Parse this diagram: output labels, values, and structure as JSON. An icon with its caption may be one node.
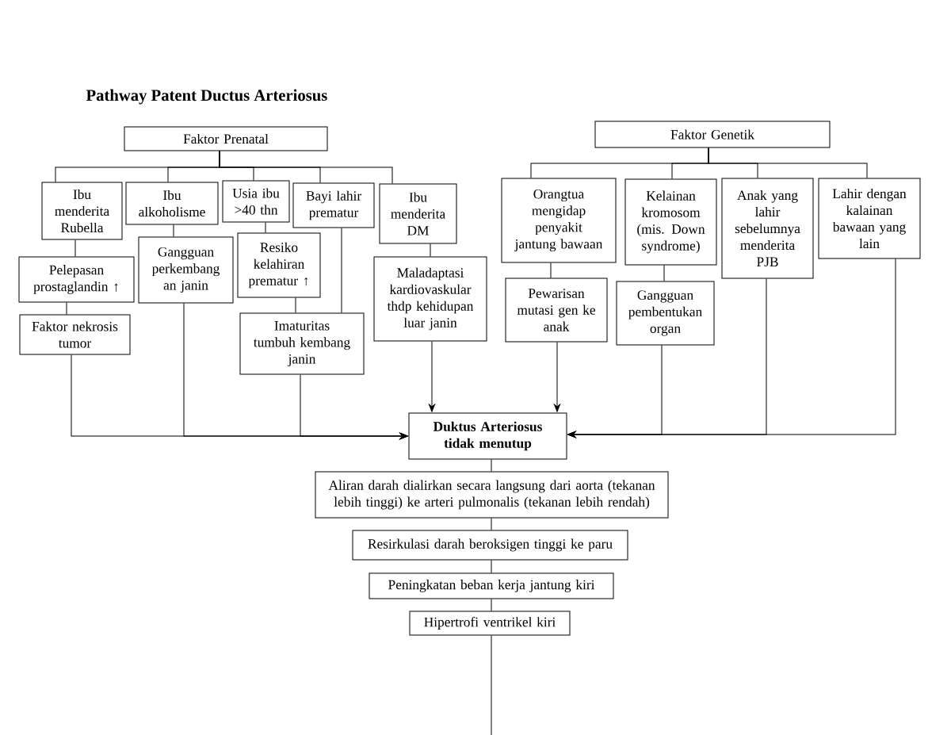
{
  "diagram": {
    "title": "Pathway Patent Ductus Arteriosus",
    "nodes": [
      {
        "text": [
          "Faktor Prenatal"
        ]
      },
      {
        "text": [
          "Ibu menderita Rubella"
        ]
      },
      {
        "text": [
          "Ibu alkoholisme"
        ]
      },
      {
        "text": [
          "Usia ibu >40 thn"
        ]
      },
      {
        "text": [
          "Bayi lahir prematur"
        ]
      },
      {
        "text": [
          "Ibu menderita DM"
        ]
      },
      {
        "text": [
          "Pelepasan prostaglandin ↑"
        ]
      },
      {
        "text": [
          "Gangguan perkembang an janin"
        ]
      },
      {
        "text": [
          "Resiko kelahiran prematur ↑"
        ]
      },
      {
        "text": [
          "Faktor nekrosis tumor"
        ]
      },
      {
        "text": [
          "Imaturitas tumbuh kembang janin"
        ]
      },
      {
        "text": [
          "Maladaptasi kardiovaskular thdp kehidupan luar janin"
        ]
      },
      {
        "text": [
          "Faktor Genetik"
        ]
      },
      {
        "text": [
          "Orangtua mengidap penyakit jantung bawaan"
        ]
      },
      {
        "text": [
          "Kelainan kromosom (mis. Down syndrome)"
        ]
      },
      {
        "text": [
          "Anak yang lahir sebelumnya menderita PJB"
        ]
      },
      {
        "text": [
          "Lahir dengan kalainan bawaan yang lain"
        ]
      },
      {
        "text": [
          "Pewarisan mutasi gen ke anak"
        ]
      },
      {
        "text": [
          "Gangguan pembentukan organ"
        ]
      },
      {
        "text": [
          "Duktus Arteriosus tidak menutup"
        ]
      },
      {
        "text": [
          "Aliran darah dialirkan secara langsung dari aorta (tekanan lebih tinggi) ke arteri pulmonalis (tekanan lebih rendah)"
        ]
      },
      {
        "text": [
          "Resirkulasi darah beroksigen tinggi ke paru"
        ]
      },
      {
        "text": [
          "Peningkatan beban kerja jantung kiri"
        ]
      },
      {
        "text": [
          "Hipertrofi ventrikel kiri"
        ]
      }
    ],
    "edges": [
      {
        "from": 0,
        "to": 1,
        "arrow": "none"
      },
      {
        "from": 0,
        "to": 2,
        "arrow": "none"
      },
      {
        "from": 0,
        "to": 3,
        "arrow": "none"
      },
      {
        "from": 0,
        "to": 4,
        "arrow": "none"
      },
      {
        "from": 0,
        "to": 5,
        "arrow": "none"
      },
      {
        "from": 1,
        "to": 6,
        "arrow": "none"
      },
      {
        "from": 6,
        "to": 9,
        "arrow": "none"
      },
      {
        "from": 2,
        "to": 7,
        "arrow": "none"
      },
      {
        "from": 3,
        "to": 8,
        "arrow": "none"
      },
      {
        "from": 8,
        "to": 10,
        "arrow": "none"
      },
      {
        "from": 4,
        "to": 10,
        "arrow": "none"
      },
      {
        "from": 5,
        "to": 11,
        "arrow": "none"
      },
      {
        "from": 12,
        "to": 13,
        "arrow": "none"
      },
      {
        "from": 12,
        "to": 14,
        "arrow": "none"
      },
      {
        "from": 12,
        "to": 15,
        "arrow": "none"
      },
      {
        "from": 12,
        "to": 16,
        "arrow": "none"
      },
      {
        "from": 13,
        "to": 17,
        "arrow": "none"
      },
      {
        "from": 14,
        "to": 18,
        "arrow": "none"
      },
      {
        "from": 9,
        "to": 19,
        "arrow": "to"
      },
      {
        "from": 7,
        "to": 19,
        "arrow": "to"
      },
      {
        "from": 10,
        "to": 19,
        "arrow": "to"
      },
      {
        "from": 11,
        "to": 19,
        "arrow": "to"
      },
      {
        "from": 17,
        "to": 19,
        "arrow": "to"
      },
      {
        "from": 18,
        "to": 19,
        "arrow": "to"
      },
      {
        "from": 15,
        "to": 19,
        "arrow": "to"
      },
      {
        "from": 16,
        "to": 19,
        "arrow": "to"
      },
      {
        "from": 19,
        "to": 20,
        "arrow": "none"
      },
      {
        "from": 20,
        "to": 21,
        "arrow": "none"
      },
      {
        "from": 21,
        "to": 22,
        "arrow": "none"
      },
      {
        "from": 22,
        "to": 23,
        "arrow": "none"
      },
      {
        "from": 23,
        "to": null,
        "arrow": "none"
      }
    ]
  }
}
